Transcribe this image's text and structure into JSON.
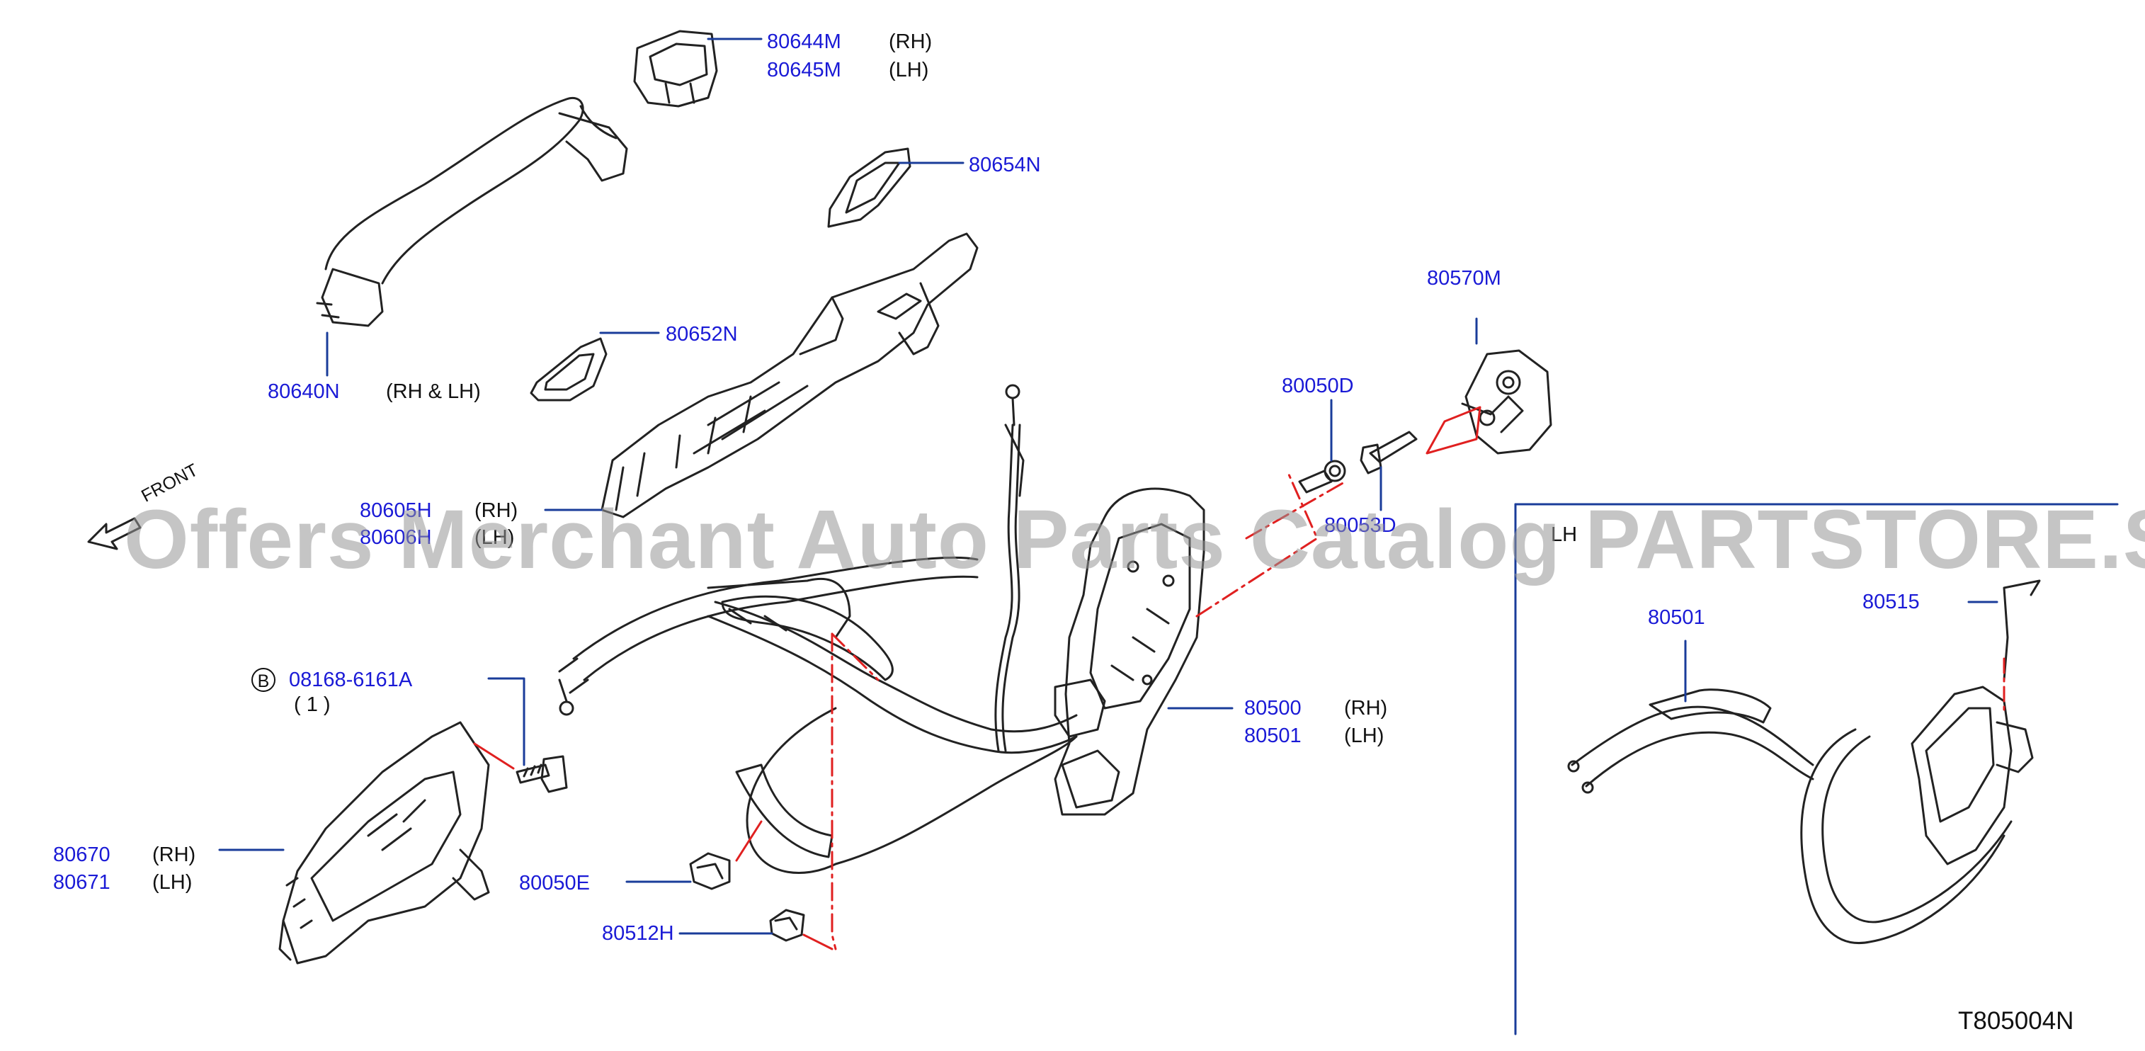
{
  "watermark": "Offers Merchant Auto Parts Catalog PARTSTORE.SA",
  "diagram_code": "T805004N",
  "front_label": "FRONT",
  "bolt_circle_letter": "B",
  "colors": {
    "part_number": "#1a1ad6",
    "text": "#111111",
    "centerline": "#e02020",
    "leader": "#1a3c9a",
    "watermark": "#969696"
  },
  "callouts": [
    {
      "part": "80644M",
      "side": "(RH)"
    },
    {
      "part": "80645M",
      "side": "(LH)"
    },
    {
      "part": "80654N",
      "side": ""
    },
    {
      "part": "80652N",
      "side": ""
    },
    {
      "part": "80640N",
      "side": "(RH  &  LH)"
    },
    {
      "part": "80605H",
      "side": "(RH)"
    },
    {
      "part": "80606H",
      "side": "(LH)"
    },
    {
      "part": "80570M",
      "side": ""
    },
    {
      "part": "80050D",
      "side": ""
    },
    {
      "part": "80053D",
      "side": ""
    },
    {
      "part": "08168-6161A",
      "side": "(  1  )"
    },
    {
      "part": "80500",
      "side": "(RH)"
    },
    {
      "part": "80501",
      "side": "(LH)"
    },
    {
      "part": "80670",
      "side": "(RH)"
    },
    {
      "part": "80671",
      "side": "(LH)"
    },
    {
      "part": "80050E",
      "side": ""
    },
    {
      "part": "80512H",
      "side": ""
    }
  ],
  "inset": {
    "label_lh": "LH",
    "cable_part": "80501",
    "rod_part": "80515"
  }
}
